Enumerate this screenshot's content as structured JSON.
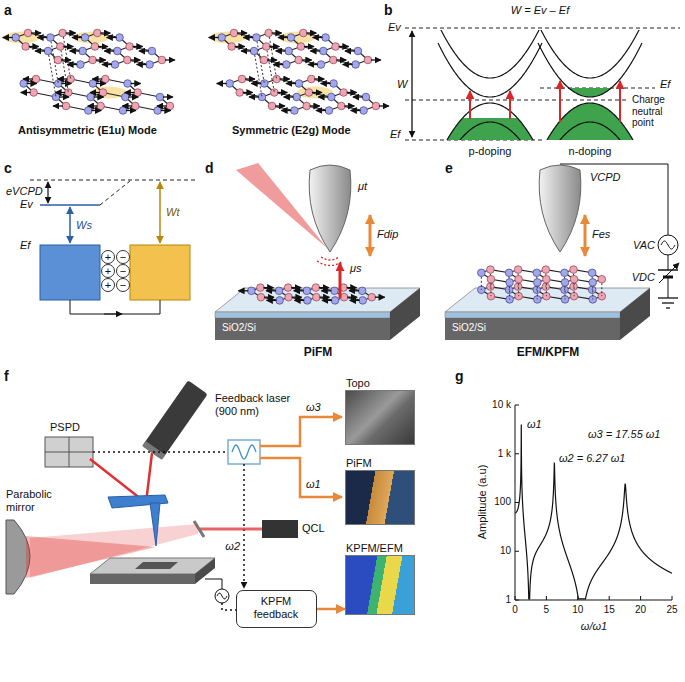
{
  "diagram": {
    "nodes": [
      {
        "text": [
          "Topo"
        ]
      },
      {
        "text": [
          "PiFM"
        ]
      },
      {
        "text": [
          "KPFM/EFM"
        ]
      },
      {
        "text": [
          "KPFM feedback"
        ]
      }
    ],
    "edges": [
      {
        "from": 3,
        "to": 2,
        "arrow": "to"
      }
    ],
    "labels": [
      "a",
      "Antisymmetric (E1u) Mode",
      "Symmetric (E2g) Mode",
      "b",
      "W = Ev – Ef",
      "Ev",
      "W",
      "Ef",
      "Ef",
      "Charge neutral point",
      "p-doping",
      "n-doping",
      "c",
      "eVCPD",
      "Ev",
      "Ws",
      "Ef",
      "Wt",
      "+",
      "+",
      "+",
      "−",
      "−",
      "−",
      "d",
      "μt",
      "Fdip",
      "μs",
      "SiO2/Si",
      "PiFM",
      "e",
      "VCPD",
      "VAC",
      "VDC",
      "Fes",
      "SiO2/Si",
      "EFM/KPFM",
      "f",
      "Feedback laser (900 nm)",
      "PSPD",
      "QCL",
      "Parabolic mirror",
      "ω3",
      "ω1",
      "ω2",
      "g",
      "10 k",
      "1 k",
      "100",
      "10",
      "1",
      "0",
      "5",
      "10",
      "15",
      "20",
      "25",
      "ω/ω1",
      "Amplitude (a.u)",
      "ω1",
      "ω2 = 6.27 ω1",
      "ω3 = 17.55 ω1"
    ]
  }
}
